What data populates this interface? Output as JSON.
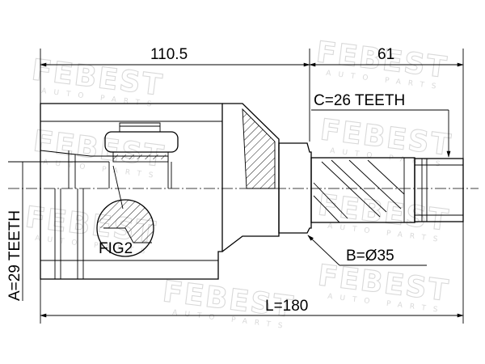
{
  "watermark": {
    "brand": "FEBEST",
    "subtitle": "AUTO PARTS"
  },
  "dimensions": {
    "housing_length": "110.5",
    "shaft_length": "61",
    "total_length": "L=180",
    "outer_teeth": "A=29 TEETH",
    "shaft_teeth": "C=26 TEETH",
    "shaft_diameter": "B=Ø35"
  },
  "callouts": {
    "fig": "FIG2"
  }
}
